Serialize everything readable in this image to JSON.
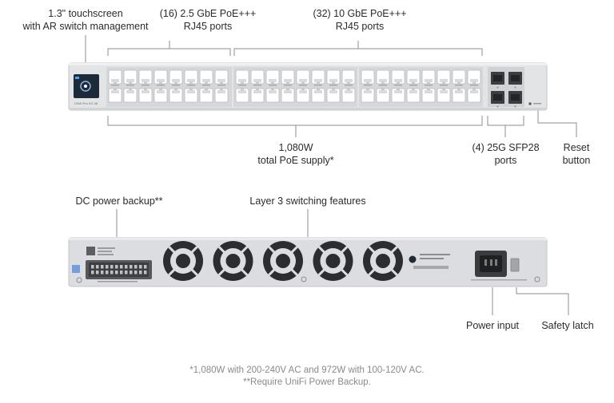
{
  "front": {
    "touchscreen": [
      "1.3\" touchscreen",
      "with AR switch management"
    ],
    "ports_25g": [
      "(16) 2.5 GbE PoE+++",
      "RJ45 ports"
    ],
    "ports_10g": [
      "(32) 10 GbE PoE+++",
      "RJ45 ports"
    ],
    "poe": [
      "1,080W",
      "total PoE supply*"
    ],
    "sfp": [
      "(4) 25G SFP28",
      "ports"
    ],
    "reset": [
      "Reset",
      "button"
    ],
    "device_label": "USW Pro XG 48"
  },
  "rear": {
    "dc_backup": "DC power backup**",
    "layer3": "Layer 3 switching features",
    "power_input": "Power input",
    "safety_latch": "Safety latch",
    "fan_count": 5
  },
  "footnotes": [
    "*1,080W with 200-240V AC and 972W with 100-120V AC.",
    "**Require UniFi Power Backup."
  ],
  "colors": {
    "chassis": "#e3e4e6",
    "port": "#ffffff",
    "screen": "#1d2a3a",
    "label_text": "#2b2b2b",
    "footnote_text": "#8a8a8a",
    "callout_line": "#8e8e8e"
  }
}
